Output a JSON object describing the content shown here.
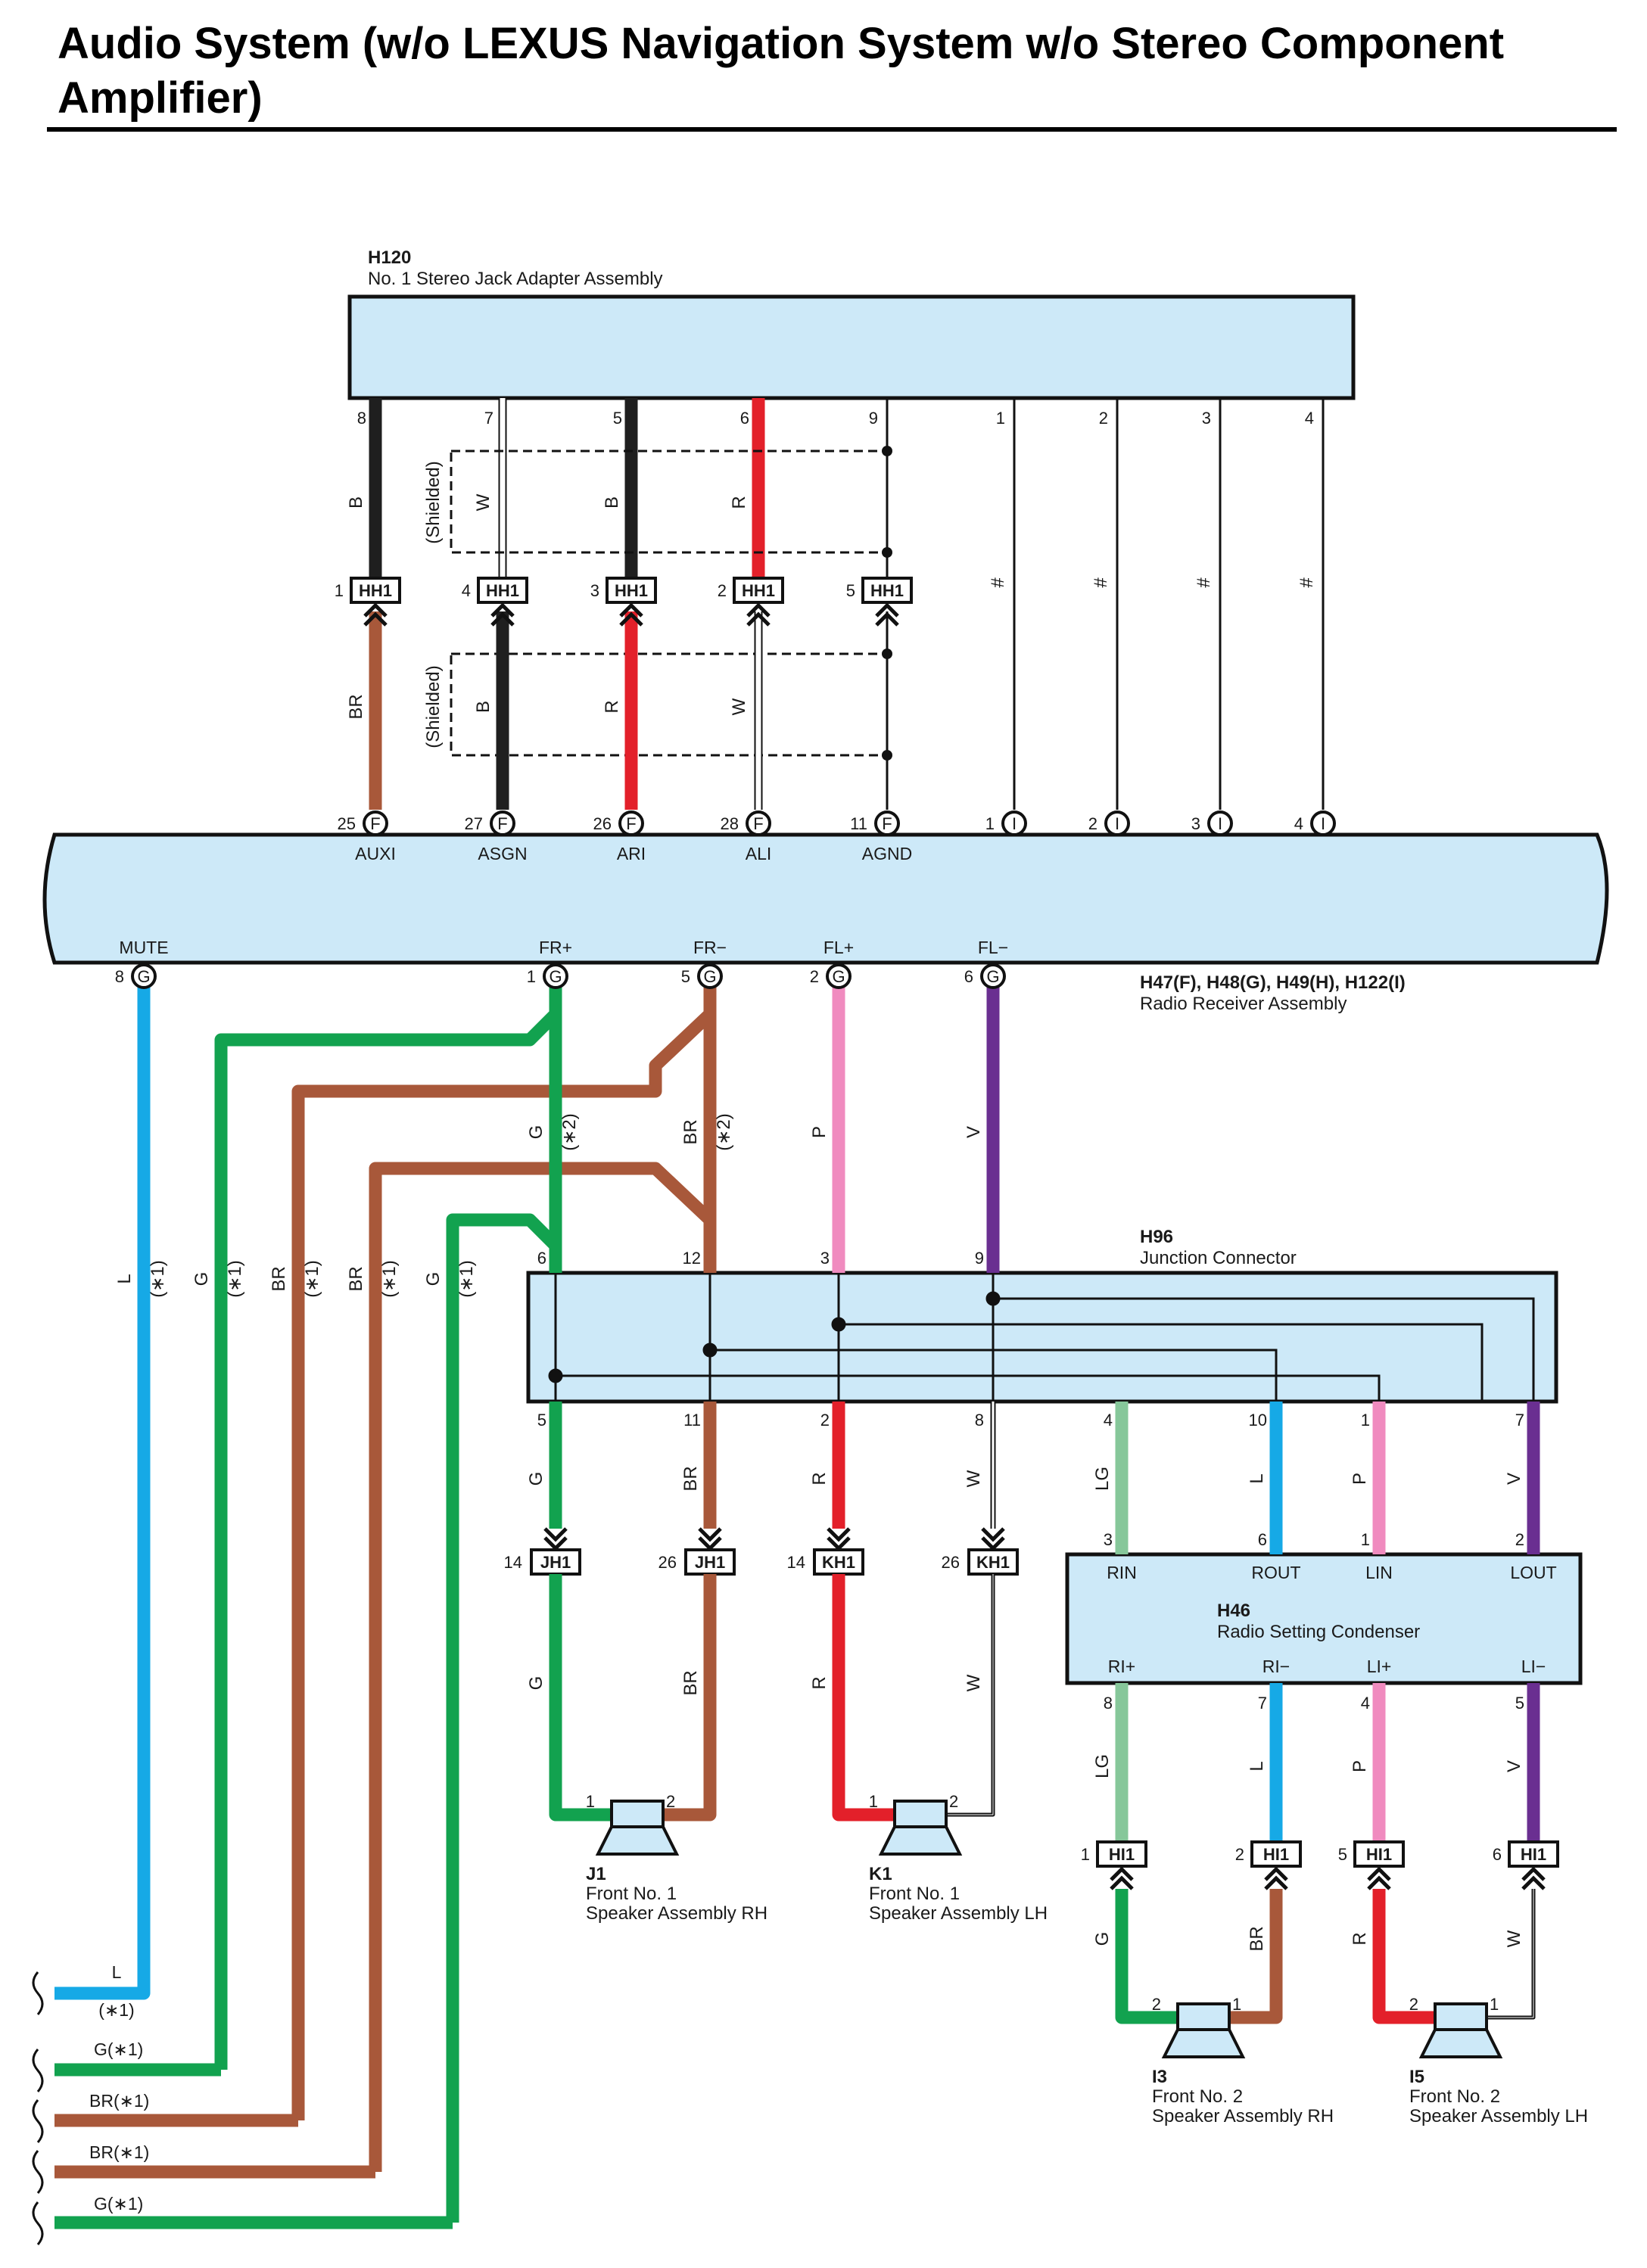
{
  "title": "Audio System (w/o LEXUS Navigation System w/o Stereo Component Amplifier)",
  "components": {
    "h120": {
      "code": "H120",
      "name": "No.  1 Stereo Jack Adapter Assembly"
    },
    "radio": {
      "code": "H47(F), H48(G), H49(H), H122(I)",
      "name": "Radio Receiver Assembly"
    },
    "h96": {
      "code": "H96",
      "name": "Junction Connector"
    },
    "h46": {
      "code": "H46",
      "name": "Radio Setting Condenser"
    },
    "j1": {
      "code": "J1",
      "line1": "Front No.  1",
      "line2": "Speaker Assembly RH"
    },
    "k1": {
      "code": "K1",
      "line1": "Front No.  1",
      "line2": "Speaker Assembly LH"
    },
    "i3": {
      "code": "I3",
      "line1": "Front No.  2",
      "line2": "Speaker Assembly RH"
    },
    "i5": {
      "code": "I5",
      "line1": "Front No.  2",
      "line2": "Speaker Assembly LH"
    }
  },
  "labels": {
    "shielded": "(Shielded)",
    "hash": "#",
    "note1": "(∗1)",
    "note2": "(∗2)"
  },
  "connectors": {
    "hh1": "HH1",
    "jh1": "JH1",
    "kh1": "KH1",
    "hi1": "HI1",
    "f": "F",
    "g": "G",
    "i": "I"
  },
  "pins": {
    "h120": [
      "8",
      "7",
      "5",
      "6",
      "9",
      "1",
      "2",
      "3",
      "4"
    ],
    "hh1": [
      "1",
      "4",
      "3",
      "2",
      "5"
    ],
    "radio_top": [
      "25",
      "27",
      "26",
      "28",
      "11",
      "1",
      "2",
      "3",
      "4"
    ],
    "radio_bottom": [
      "8",
      "1",
      "5",
      "2",
      "6"
    ],
    "h96_top": [
      "6",
      "12",
      "3",
      "9"
    ],
    "h96_bottom": [
      "5",
      "11",
      "2",
      "8",
      "4",
      "10",
      "1",
      "7"
    ],
    "jh1": [
      "14",
      "26"
    ],
    "kh1": [
      "14",
      "26"
    ],
    "h46_top": [
      "3",
      "6",
      "1",
      "2"
    ],
    "h46_bottom": [
      "8",
      "7",
      "4",
      "5"
    ],
    "hi1": [
      "1",
      "2",
      "5",
      "6"
    ],
    "spk": [
      "1",
      "2",
      "1",
      "2",
      "2",
      "1",
      "2",
      "1"
    ]
  },
  "terminals": {
    "radio_top": [
      "AUXI",
      "ASGN",
      "ARI",
      "ALI",
      "AGND"
    ],
    "radio_bottom": [
      "MUTE",
      "FR+",
      "FR−",
      "FL+",
      "FL−"
    ],
    "h46_top": [
      "RIN",
      "ROUT",
      "LIN",
      "LOUT"
    ],
    "h46_bottom": [
      "RI+",
      "RI−",
      "LI+",
      "LI−"
    ]
  },
  "wire_codes": {
    "h120_side": [
      "B",
      "W",
      "B",
      "R"
    ],
    "radio_side": [
      "BR",
      "B",
      "R",
      "W"
    ],
    "radio_out": [
      "G",
      "BR",
      "P",
      "V"
    ],
    "left_bundle": [
      "L",
      "G",
      "BR",
      "BR",
      "G"
    ],
    "h96_out": [
      "G",
      "BR",
      "R",
      "W",
      "LG",
      "L",
      "P",
      "V"
    ],
    "j1_k1": [
      "G",
      "BR",
      "R",
      "W"
    ],
    "h46_out": [
      "LG",
      "L",
      "P",
      "V"
    ],
    "i3_i5": [
      "G",
      "BR",
      "R",
      "W"
    ]
  },
  "edge_labels": {
    "l": "L",
    "l_note": "(∗1)",
    "items": [
      "G(∗1)",
      "BR(∗1)",
      "BR(∗1)",
      "G(∗1)"
    ]
  },
  "colors": {
    "black": "#1f1f1f",
    "red": "#e3202a",
    "brown": "#a8583a",
    "green": "#12a24f",
    "blue": "#16a9e6",
    "pink": "#f08bbf",
    "violet": "#6a2f91",
    "light_green": "#86c79a",
    "white_wire": "#ffffff",
    "box_fill": "#cde9f8"
  }
}
